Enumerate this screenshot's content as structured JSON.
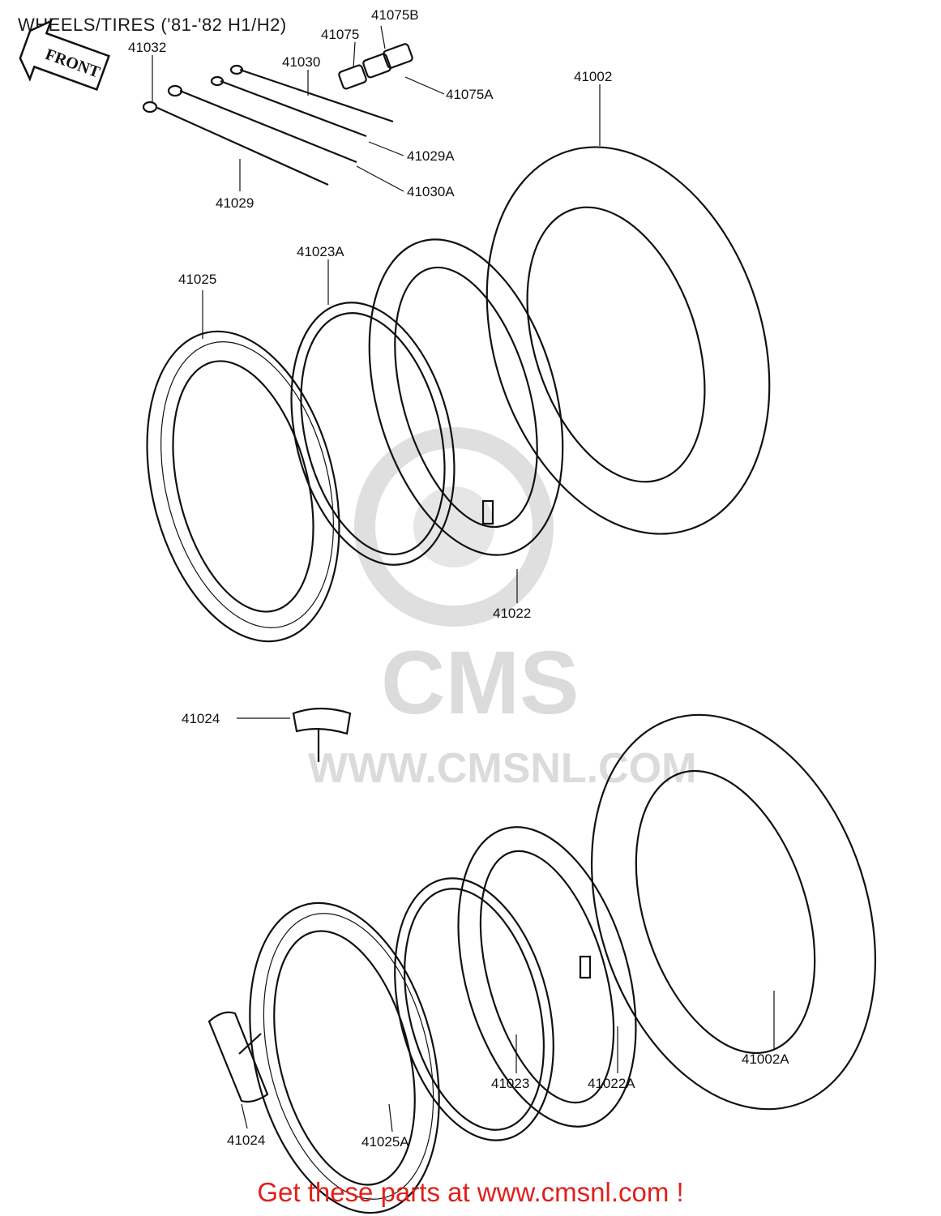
{
  "header": {
    "title": "WHEELS/TIRES ('81-'82 H1/H2)"
  },
  "front_arrow": {
    "label": "FRONT"
  },
  "watermark": {
    "brand": "CMS",
    "url": "WWW.CMSNL.COM"
  },
  "parts": {
    "p41075B": "41075B",
    "p41075": "41075",
    "p41032": "41032",
    "p41030": "41030",
    "p41075A": "41075A",
    "p41002": "41002",
    "p41029A": "41029A",
    "p41030A": "41030A",
    "p41029": "41029",
    "p41025": "41025",
    "p41023A": "41023A",
    "p41022": "41022",
    "p41024_top": "41024",
    "p41023": "41023",
    "p41022A": "41022A",
    "p41002A": "41002A",
    "p41024_bottom": "41024",
    "p41025A": "41025A"
  },
  "footer": {
    "promo": "Get these parts at www.cmsnl.com !"
  }
}
